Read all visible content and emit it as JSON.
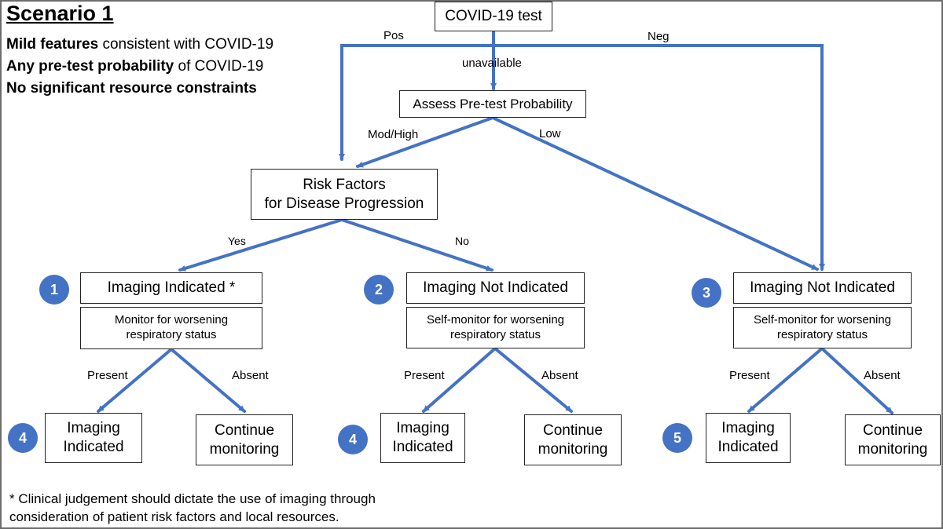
{
  "title": "Scenario 1",
  "criteria": [
    {
      "bold": "Mild features",
      "rest": " consistent with COVID-19"
    },
    {
      "bold": "Any pre-test probability",
      "rest": " of COVID-19"
    },
    {
      "bold": "No significant resource constraints",
      "rest": ""
    }
  ],
  "nodes": {
    "covid_test": "COVID-19 test",
    "assess": "Assess Pre-test Probability",
    "risk": "Risk Factors\nfor Disease Progression",
    "imaging_indicated_1": "Imaging Indicated *",
    "monitor_1": "Monitor for worsening\nrespiratory status",
    "imaging_not_indicated_2": "Imaging Not Indicated",
    "self_monitor_2": "Self-monitor for worsening\nrespiratory status",
    "imaging_not_indicated_3": "Imaging Not Indicated",
    "self_monitor_3": "Self-monitor for worsening\nrespiratory status",
    "out_imaging_a": "Imaging\nIndicated",
    "out_continue_a": "Continue\nmonitoring",
    "out_imaging_b": "Imaging\nIndicated",
    "out_continue_b": "Continue\nmonitoring",
    "out_imaging_c": "Imaging\nIndicated",
    "out_continue_c": "Continue\nmonitoring"
  },
  "edge_labels": {
    "pos": "Pos",
    "neg": "Neg",
    "unavailable": "unavailable",
    "mod_high": "Mod/High",
    "low": "Low",
    "yes": "Yes",
    "no": "No",
    "present_a": "Present",
    "absent_a": "Absent",
    "present_b": "Present",
    "absent_b": "Absent",
    "present_c": "Present",
    "absent_c": "Absent"
  },
  "scenario_numbers": {
    "n1": "1",
    "n2": "2",
    "n3": "3",
    "n4a": "4",
    "n4b": "4",
    "n5": "5"
  },
  "footnote": "* Clinical judgement should dictate the use of imaging through\nconsideration of patient risk factors and local resources.",
  "colors": {
    "arrow": "#4472c4",
    "circle": "#4472c4",
    "border": "#6d6d6d"
  }
}
